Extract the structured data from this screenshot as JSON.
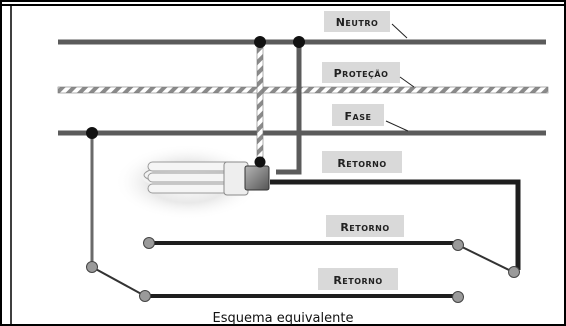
{
  "diagram": {
    "labels": {
      "neutro": "Neutro",
      "protecao": "Proteção",
      "fase": "Fase",
      "retorno_1": "Retorno",
      "retorno_2": "Retorno",
      "retorno_3": "Retorno"
    },
    "caption": "Esquema equivalente",
    "colors": {
      "wire": "#5b5b5b",
      "wire_dark": "#1e1e1e",
      "node": "#111111",
      "label_bg": "#d9d9d9",
      "socket": "#8a8a8a",
      "terminal": "#9a9a9a"
    }
  }
}
